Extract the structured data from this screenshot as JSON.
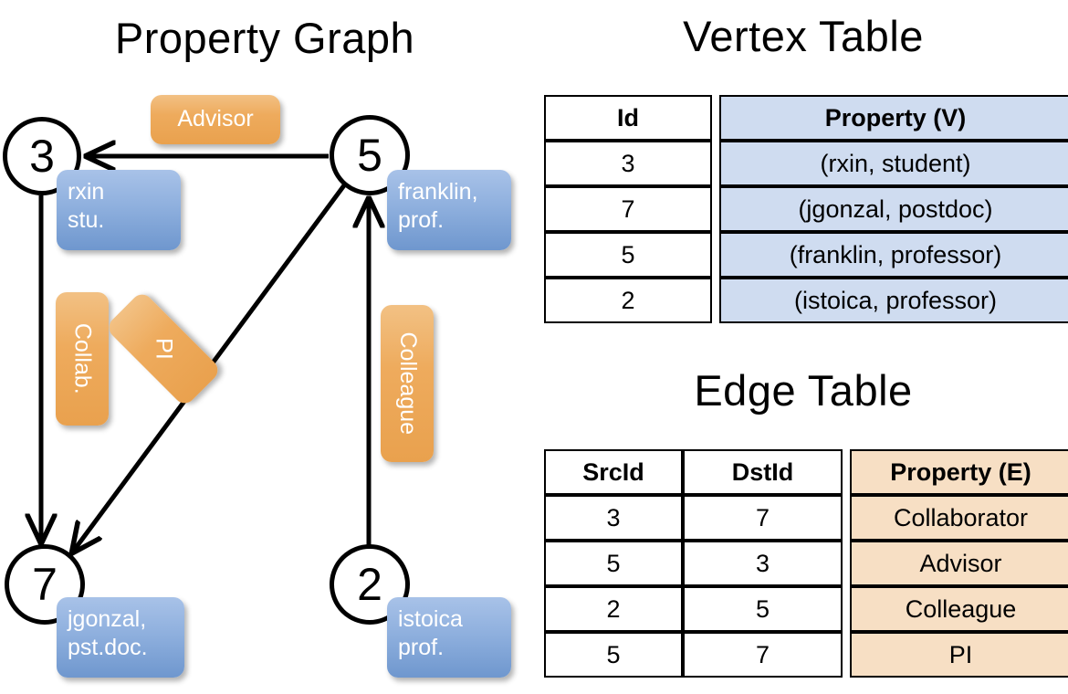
{
  "titles": {
    "property_graph": "Property Graph",
    "vertex_table": "Vertex Table",
    "edge_table": "Edge Table"
  },
  "colors": {
    "vertex_chip": "#8fb0de",
    "edge_chip": "#eeab5d",
    "vertex_table_property_bg": "#cfdcf0",
    "edge_table_property_bg": "#f7dfc4",
    "stroke": "#000000",
    "background": "#ffffff"
  },
  "graph": {
    "nodes": [
      {
        "id": "3",
        "label": "3",
        "property_line1": "rxin",
        "property_line2": "stu."
      },
      {
        "id": "5",
        "label": "5",
        "property_line1": "franklin,",
        "property_line2": "prof."
      },
      {
        "id": "7",
        "label": "7",
        "property_line1": "jgonzal,",
        "property_line2": "pst.doc."
      },
      {
        "id": "2",
        "label": "2",
        "property_line1": "istoica",
        "property_line2": "prof."
      }
    ],
    "edge_labels": [
      {
        "id": "advisor",
        "text": "Advisor"
      },
      {
        "id": "collab",
        "text": "Collab."
      },
      {
        "id": "pi",
        "text": "PI"
      },
      {
        "id": "colleague",
        "text": "Colleague"
      }
    ]
  },
  "vertex_table": {
    "headers": [
      "Id",
      "Property (V)"
    ],
    "rows": [
      {
        "id": "3",
        "property": "(rxin, student)"
      },
      {
        "id": "7",
        "property": "(jgonzal, postdoc)"
      },
      {
        "id": "5",
        "property": "(franklin, professor)"
      },
      {
        "id": "2",
        "property": "(istoica, professor)"
      }
    ]
  },
  "edge_table": {
    "headers": [
      "SrcId",
      "DstId",
      "Property (E)"
    ],
    "rows": [
      {
        "src": "3",
        "dst": "7",
        "property": "Collaborator"
      },
      {
        "src": "5",
        "dst": "3",
        "property": "Advisor"
      },
      {
        "src": "2",
        "dst": "5",
        "property": "Colleague"
      },
      {
        "src": "5",
        "dst": "7",
        "property": "PI"
      }
    ]
  }
}
